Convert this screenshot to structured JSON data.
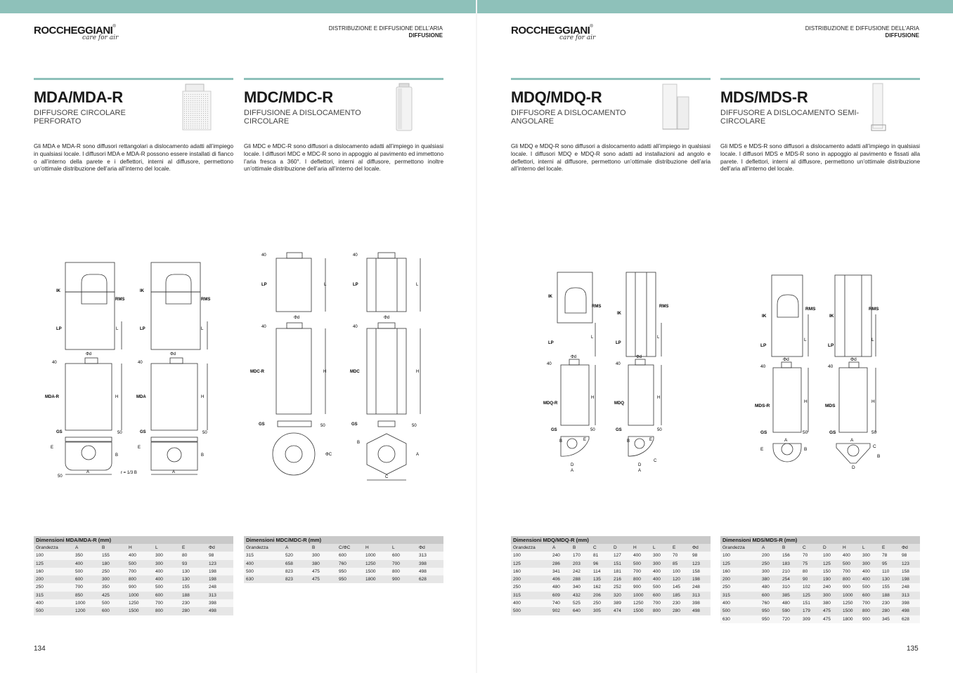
{
  "brand": {
    "name": "ROCCHEGGIANI",
    "reg": "®",
    "tagline": "care for air"
  },
  "header": {
    "line1": "DISTRIBUZIONE E DIFFUSIONE DELL’ARIA",
    "line2": "DIFFUSIONE"
  },
  "products": [
    {
      "title": "MDA/MDA-R",
      "subtitle": "DIFFUSORE CIRCOLARE PERFORATO",
      "text": "Gli MDA e MDA-R sono diffusori rettangolari a dislocamento adatti all’impiego in qualsiasi locale. I diffusori MDA e MDA-R possono essere installati di fianco o all’interno della parete e i deflettori, interni al diffusore, permettono un’ottimale distribuzione dell’aria all’interno del locale."
    },
    {
      "title": "MDC/MDC-R",
      "subtitle": "DIFFUSIONE A DISLOCAMENTO CIRCOLARE",
      "text": "Gli MDC e MDC-R sono diffusori a dislocamento adatti all’impiego in qualsiasi locale. I diffusori MDC e MDC-R sono in appoggio al pavimento ed immettono l’aria fresca a 360°. I deflettori, interni al diffusore, permettono inoltre un’ottimale distribuzione dell’aria all’interno del locale."
    },
    {
      "title": "MDQ/MDQ-R",
      "subtitle": "DIFFUSORE A DISLOCAMENTO ANGOLARE",
      "text": "Gli MDQ e MDQ-R sono diffusori a dislocamento adatti all’impiego in qualsiasi locale. I diffusori MDQ e MDQ-R sono adatti ad installazioni ad angolo e deflettori, interni al diffusore, permettono un’ottimale distribuzione dell’aria all’interno del locale."
    },
    {
      "title": "MDS/MDS-R",
      "subtitle": "DIFFUSORE A DISLOCAMENTO SEMI-CIRCOLARE",
      "text": "Gli MDS e MDS-R sono diffusori a dislocamento adatti all’impiego in qualsiasi locale. I diffusori MDS e MDS-R sono in appoggio al pavimento e fissati alla parete. I deflettori, interni al diffusore, permettono un’ottimale distribuzione dell’aria all’interno del locale."
    }
  ],
  "drawing_labels": {
    "ik": "IK",
    "rms": "RMS",
    "lp": "LP",
    "gs": "GS",
    "l": "L",
    "h": "H",
    "n40": "40",
    "n50": "50",
    "phid": "Φd",
    "a": "A",
    "b": "B",
    "c": "C",
    "d": "D",
    "e": "E",
    "phic": "ΦC",
    "r": "r = 1/3 B",
    "mdar": "MDA-R",
    "mda": "MDA",
    "mdcr": "MDC-R",
    "mdc": "MDC",
    "mdqr": "MDQ-R",
    "mdq": "MDQ",
    "mdsr": "MDS-R",
    "mds": "MDS"
  },
  "tables": [
    {
      "title": "Dimensioni MDA/MDA-R (mm)",
      "headers": [
        "Grandezza",
        "A",
        "B",
        "H",
        "L",
        "E",
        "Φd"
      ],
      "rows": [
        [
          "100",
          "350",
          "155",
          "400",
          "300",
          "80",
          "98"
        ],
        [
          "125",
          "400",
          "180",
          "500",
          "300",
          "93",
          "123"
        ],
        [
          "160",
          "500",
          "250",
          "700",
          "400",
          "130",
          "198"
        ],
        [
          "200",
          "600",
          "300",
          "800",
          "400",
          "130",
          "198"
        ],
        [
          "250",
          "700",
          "350",
          "900",
          "500",
          "155",
          "248"
        ],
        [
          "315",
          "850",
          "425",
          "1000",
          "600",
          "188",
          "313"
        ],
        [
          "400",
          "1000",
          "500",
          "1250",
          "700",
          "230",
          "398"
        ],
        [
          "500",
          "1200",
          "600",
          "1500",
          "800",
          "280",
          "498"
        ]
      ]
    },
    {
      "title": "Dimensioni MDC/MDC-R (mm)",
      "headers": [
        "Grandezza",
        "A",
        "B",
        "C/ΦC",
        "H",
        "L",
        "Φd"
      ],
      "rows": [
        [
          "315",
          "520",
          "300",
          "600",
          "1000",
          "600",
          "313"
        ],
        [
          "400",
          "658",
          "380",
          "760",
          "1250",
          "700",
          "398"
        ],
        [
          "500",
          "823",
          "475",
          "950",
          "1500",
          "800",
          "498"
        ],
        [
          "630",
          "823",
          "475",
          "950",
          "1800",
          "900",
          "628"
        ]
      ]
    },
    {
      "title": "Dimensioni MDQ/MDQ-R (mm)",
      "headers": [
        "Grandezza",
        "A",
        "B",
        "C",
        "D",
        "H",
        "L",
        "E",
        "Φd"
      ],
      "rows": [
        [
          "100",
          "240",
          "170",
          "81",
          "127",
          "400",
          "300",
          "70",
          "98"
        ],
        [
          "125",
          "286",
          "203",
          "96",
          "151",
          "500",
          "300",
          "85",
          "123"
        ],
        [
          "160",
          "341",
          "242",
          "114",
          "181",
          "700",
          "400",
          "100",
          "158"
        ],
        [
          "200",
          "406",
          "288",
          "135",
          "216",
          "800",
          "400",
          "120",
          "198"
        ],
        [
          "250",
          "480",
          "340",
          "162",
          "252",
          "900",
          "500",
          "145",
          "248"
        ],
        [
          "315",
          "609",
          "432",
          "206",
          "320",
          "1000",
          "600",
          "185",
          "313"
        ],
        [
          "400",
          "740",
          "525",
          "250",
          "389",
          "1250",
          "700",
          "230",
          "398"
        ],
        [
          "500",
          "902",
          "640",
          "305",
          "474",
          "1500",
          "800",
          "280",
          "498"
        ]
      ]
    },
    {
      "title": "Dimensioni MDS/MDS-R (mm)",
      "headers": [
        "Grandezza",
        "A",
        "B",
        "C",
        "D",
        "H",
        "L",
        "E",
        "Φd"
      ],
      "rows": [
        [
          "100",
          "200",
          "156",
          "70",
          "100",
          "400",
          "300",
          "78",
          "98"
        ],
        [
          "125",
          "250",
          "183",
          "75",
          "125",
          "500",
          "300",
          "95",
          "123"
        ],
        [
          "160",
          "300",
          "210",
          "80",
          "150",
          "700",
          "400",
          "110",
          "158"
        ],
        [
          "200",
          "380",
          "254",
          "90",
          "190",
          "800",
          "400",
          "130",
          "198"
        ],
        [
          "250",
          "480",
          "310",
          "102",
          "240",
          "900",
          "500",
          "155",
          "248"
        ],
        [
          "315",
          "600",
          "385",
          "125",
          "300",
          "1000",
          "600",
          "188",
          "313"
        ],
        [
          "400",
          "760",
          "480",
          "151",
          "380",
          "1250",
          "700",
          "230",
          "398"
        ],
        [
          "500",
          "950",
          "590",
          "179",
          "475",
          "1500",
          "800",
          "280",
          "498"
        ],
        [
          "630",
          "950",
          "720",
          "309",
          "475",
          "1800",
          "900",
          "345",
          "628"
        ]
      ]
    }
  ],
  "pages": {
    "left": "134",
    "right": "135"
  }
}
